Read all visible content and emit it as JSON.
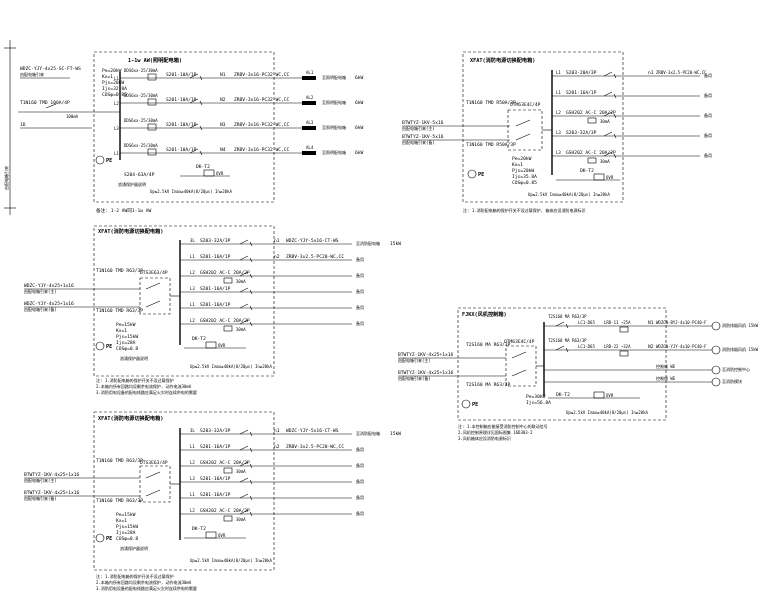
{
  "panel_a": {
    "title": "1-1w AW(照明配电箱)",
    "in_cable": "WDZC-YJY-4x25-SC-FT-WS",
    "in_note": "由配电箱引来",
    "main_breaker": "T1N160 TMD 100A/4P",
    "sub_label": "1-2 AW",
    "params": [
      "Pe=20kW",
      "Kx=1",
      "Pjs=20kW",
      "Ijs=32.8A",
      "COSφ=0.85"
    ],
    "breaker": "S204-63A/4P",
    "rows": [
      {
        "rcd": "DDS6xx-25/30mA",
        "ph": "L1",
        "cb": "S201-10A/1P",
        "circuit": "N1",
        "cable": "ZRBV-3x16-PC32-WC,CC",
        "tag": "AL1",
        "desc": "至照明配电箱",
        "kw": "6kW"
      },
      {
        "rcd": "DDS6xx-25/30mA",
        "ph": "L2",
        "cb": "S201-10A/1P",
        "circuit": "N2",
        "cable": "ZRBV-3x16-PC32-WC,CC",
        "tag": "AL2",
        "desc": "至照明配电箱",
        "kw": "6kW"
      },
      {
        "rcd": "DDS6xx-25/30mA",
        "ph": "L3",
        "cb": "S201-10A/1P",
        "circuit": "N3",
        "cable": "ZRBV-3x16-PC32-WC,CC",
        "tag": "AL3",
        "desc": "至照明配电箱",
        "kw": "6kW"
      },
      {
        "rcd": "DDS6xx-25/30mA",
        "ph": "L1",
        "cb": "S201-10A/1P",
        "circuit": "N4",
        "cable": "ZRBV-3x16-PC32-WC,CC",
        "tag": "AL4",
        "desc": "至照明配电箱",
        "kw": "6kW"
      }
    ],
    "pe": "PE",
    "spd": "DK-T2",
    "spd_value": "OVR",
    "spd_note": "Up≤2.5kV Imax≥40kA(8/20μs) In≥20kA",
    "spd_label": "浪涌保护器说明",
    "footer": "备注: 1-2 AW同1-1w AW"
  },
  "panel_b": {
    "title": "XFAT(消防电源切换配电箱)",
    "in1_cable": "BTWTYZ-1KV-5x16",
    "in1_note": "由配电箱引来(主)",
    "in2_cable": "BTWTYZ-1KV-5x16",
    "in2_note": "由配电箱引来(备)",
    "breaker1": "T1N160 TMD R50A/3P",
    "breaker2": "T1N160 TMD R50A/3P",
    "ats": "OTM63E4C/4P",
    "params": [
      "Pe=20kW",
      "Kx=1",
      "Pjs=20kW",
      "Ijs=35.8A",
      "COSφ=0.85"
    ],
    "rows": [
      {
        "ph": "L1",
        "cb": "S203-20A/3P",
        "circuit": "n1",
        "cable": "ZRBV-3x2.5-PC20-WC,CC",
        "desc": "备用"
      },
      {
        "ph": "L1",
        "cb": "S201-16A/1P",
        "circuit": "",
        "cable": "",
        "desc": "备用"
      },
      {
        "ph": "L2",
        "cb": "GSH202 AC-C 20A/2P",
        "circuit": "",
        "cable": "",
        "desc": "备用"
      },
      {
        "ph": "L3",
        "cb": "S203-32A/3P",
        "circuit": "",
        "cable": "",
        "desc": "备用"
      },
      {
        "ph": "L3",
        "cb": "GSH202 AC-C 20A/2P",
        "circuit": "",
        "cable": "",
        "desc": "备用"
      }
    ],
    "rcd": "30mA",
    "pe": "PE",
    "spd": "DK-T2",
    "spd_value": "OVR",
    "spd_note": "Up≤2.5kV Imax≥40kA(8/20μs) In≥20kA",
    "footer": "注: 1.消防配电箱的保护开关不设过载保护, 箱体应设消防电源标识"
  },
  "panel_c": {
    "title": "XFAT(消防电源切换配电箱)",
    "in1_cable": "WDZC-YJY-4x25+1x16",
    "in1_note": "由配电箱引来(主)",
    "in2_cable": "WDZC-YJY-4x25+1x16",
    "in2_note": "由配电箱引来(备)",
    "breaker1": "T1N160 TMD R63/3P",
    "breaker2": "T1N160 TMD R63/3P",
    "ats": "DTS3E63/4P",
    "params": [
      "Pe=15kW",
      "Kx=1",
      "Pjs=15kW",
      "Ijs=28A",
      "COSφ=0.8"
    ],
    "rows": [
      {
        "ph": "3L",
        "cb": "S203-32A/3P",
        "circuit": "n1",
        "cable": "WDZC-YJY-5x16-CT-WS",
        "desc": "至消防配电箱",
        "kw": "15kW"
      },
      {
        "ph": "L1",
        "cb": "S201-16A/1P",
        "circuit": "n2",
        "cable": "ZRBV-3x2.5-PC20-WC,CC",
        "desc": "备用",
        "kw": ""
      },
      {
        "ph": "L2",
        "cb": "GSH202 AC-C 20A/2P",
        "circuit": "",
        "cable": "",
        "desc": "备用",
        "kw": ""
      },
      {
        "ph": "L3",
        "cb": "S201-16A/1P",
        "circuit": "",
        "cable": "",
        "desc": "备用",
        "kw": ""
      },
      {
        "ph": "L1",
        "cb": "S201-16A/1P",
        "circuit": "",
        "cable": "",
        "desc": "备用",
        "kw": ""
      },
      {
        "ph": "L2",
        "cb": "GSH202 AC-C 20A/2P",
        "circuit": "",
        "cable": "",
        "desc": "备用",
        "kw": ""
      }
    ],
    "rcd": "30mA",
    "pe": "PE",
    "spd": "DK-T2",
    "spd_value": "OVR",
    "spd_note": "Up≤2.5kV Imax≥40kA(8/20μs) In≥20kA",
    "spd_label": "浪涌保护器说明",
    "notes": [
      "注: 1.消防配电箱的保护开关不设过载保护",
      "2.本箱内所有回路均设剩余电流保护, 动作电流30mA",
      "3.消防用电设备的配电线路应满足火灾时连续供电的需要"
    ]
  },
  "panel_d": {
    "title": "XFAT(消防电源切换配电箱)",
    "in1_cable": "BTWTYZ-1KV-4x25+1x16",
    "in1_note": "由配电箱引来(主)",
    "in2_cable": "BTWTYZ-1KV-4x25+1x16",
    "in2_note": "由配电箱引来(备)",
    "breaker1": "T1N160 TMD R63/3P",
    "breaker2": "T1N160 TMD R63/3P",
    "ats": "DTS3E63/4P",
    "params": [
      "Pe=15kW",
      "Kx=1",
      "Pjs=15kW",
      "Ijs=28A",
      "COSφ=0.8"
    ],
    "rows": [
      {
        "ph": "3L",
        "cb": "S203-32A/3P",
        "circuit": "n1",
        "cable": "WDZC-YJY-5x16-CT-WS",
        "desc": "至消防配电箱",
        "kw": "15kW"
      },
      {
        "ph": "L1",
        "cb": "S201-16A/1P",
        "circuit": "n2",
        "cable": "ZRBV-3x2.5-PC20-WC,CC",
        "desc": "备用",
        "kw": ""
      },
      {
        "ph": "L2",
        "cb": "GSH202 AC-C 20A/2P",
        "circuit": "",
        "cable": "",
        "desc": "备用",
        "kw": ""
      },
      {
        "ph": "L3",
        "cb": "S201-16A/1P",
        "circuit": "",
        "cable": "",
        "desc": "备用",
        "kw": ""
      },
      {
        "ph": "L1",
        "cb": "S201-16A/1P",
        "circuit": "",
        "cable": "",
        "desc": "备用",
        "kw": ""
      },
      {
        "ph": "L2",
        "cb": "GSH202 AC-C 20A/2P",
        "circuit": "",
        "cable": "",
        "desc": "备用",
        "kw": ""
      }
    ],
    "rcd": "30mA",
    "pe": "PE",
    "spd": "DK-T2",
    "spd_value": "OVR",
    "spd_note": "Up≤2.5kV Imax≥40kA(8/20μs) In≥20kA",
    "spd_label": "浪涌保护器说明",
    "notes": [
      "注: 1.消防配电箱的保护开关不设过载保护",
      "2.本箱内所有回路均设剩余电流保护, 动作电流30mA",
      "3.消防用电设备的配电线路应满足火灾时连续供电的需要"
    ]
  },
  "panel_e": {
    "title": "FJKX(风机控制箱)",
    "in1_cable": "BTWTYZ-1KV-4x25+1x16",
    "in1_note": "由配电箱引来(主)",
    "in2_cable": "BTWTYZ-1KV-4x25+1x16",
    "in2_note": "由配电箱引来(备)",
    "breaker1": "T2S160 MA R63/3P",
    "breaker2": "T2S160 MA R63/3P",
    "ats": "OTM63E4C/4P",
    "params": [
      "Pe=30kW",
      "Ijs=56.8A"
    ],
    "rows": [
      {
        "cb": "T2S160 MA R63/3P",
        "contactor": "LC1-D65",
        "relay": "LRD-11 ~25A",
        "circuit": "N1",
        "cable": "WDZCN-BYJ-4x10-PC40-F",
        "desc": "消防排烟风机 15kW"
      },
      {
        "cb": "T2S160 MA R63/3P",
        "contactor": "LC1-D65",
        "relay": "LRD-22 ~32A",
        "circuit": "N2",
        "cable": "WDZCN-YJY-4x10-PC40-F",
        "desc": "消防排烟风机 15kW"
      },
      {
        "cb": "",
        "contactor": "",
        "relay": "",
        "circuit": "",
        "cable": "控制线 WE",
        "desc": "至消防控制中心"
      },
      {
        "cb": "",
        "contactor": "",
        "relay": "",
        "circuit": "",
        "cable": "控制线 WE",
        "desc": "至消防模块"
      }
    ],
    "pe": "PE",
    "spd": "DK-T2",
    "spd_value": "OVR",
    "spd_note": "Up≤2.5kV Imax≥40kA(8/20μs) In≥20kA",
    "notes": [
      "注: 1.本控制箱应能接受消防控制中心的联动信号",
      "2.风机控制原理详见国标图集 16D303-2",
      "3.风机箱体应设消防电源标识"
    ]
  },
  "left_tag": "由配电箱引来"
}
